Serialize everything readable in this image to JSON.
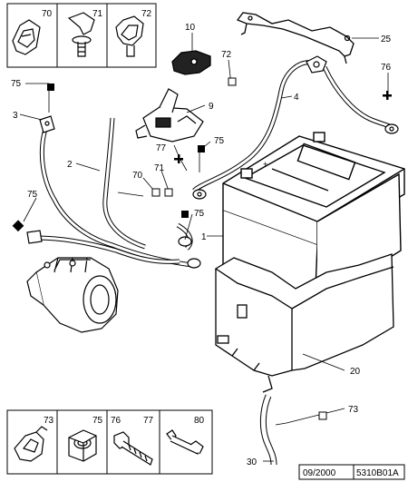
{
  "diagram": {
    "top_parts_box": {
      "labels": [
        "70",
        "71",
        "72"
      ]
    },
    "bottom_parts_box": {
      "labels": [
        "73",
        "75",
        "76",
        "77",
        "80"
      ]
    },
    "callouts": {
      "c10": "10",
      "c25": "25",
      "c72": "72",
      "c76": "76",
      "c75a": "75",
      "c4": "4",
      "c3": "3",
      "c9": "9",
      "c77": "77",
      "c75b": "75",
      "c2": "2",
      "c70": "70",
      "c71": "71",
      "c75c": "75",
      "c75d": "75",
      "c1": "1",
      "c20": "20",
      "c73": "73",
      "c30": "30"
    },
    "footer": {
      "date": "09/2000",
      "reference": "5310B01A"
    }
  }
}
